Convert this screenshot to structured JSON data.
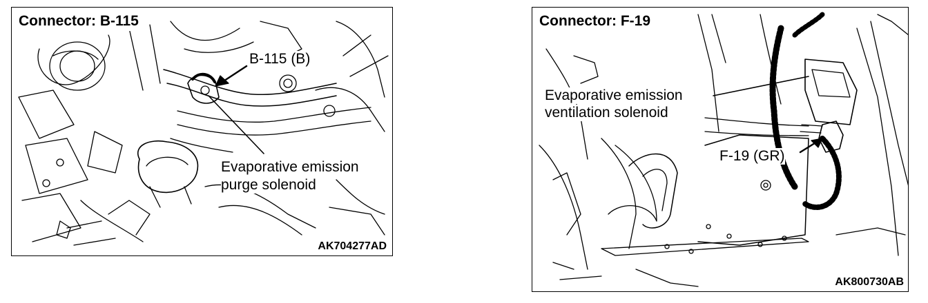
{
  "left_panel": {
    "title": "Connector: B-115",
    "connector_label": "B-115 (B)",
    "component_line1": "Evaporative emission",
    "component_line2": "purge solenoid",
    "figure_code": "AK704277AD"
  },
  "right_panel": {
    "title": "Connector: F-19",
    "component_line1": "Evaporative emission",
    "component_line2": "ventilation solenoid",
    "connector_label": "F-19 (GR)",
    "figure_code": "AK800730AB"
  }
}
